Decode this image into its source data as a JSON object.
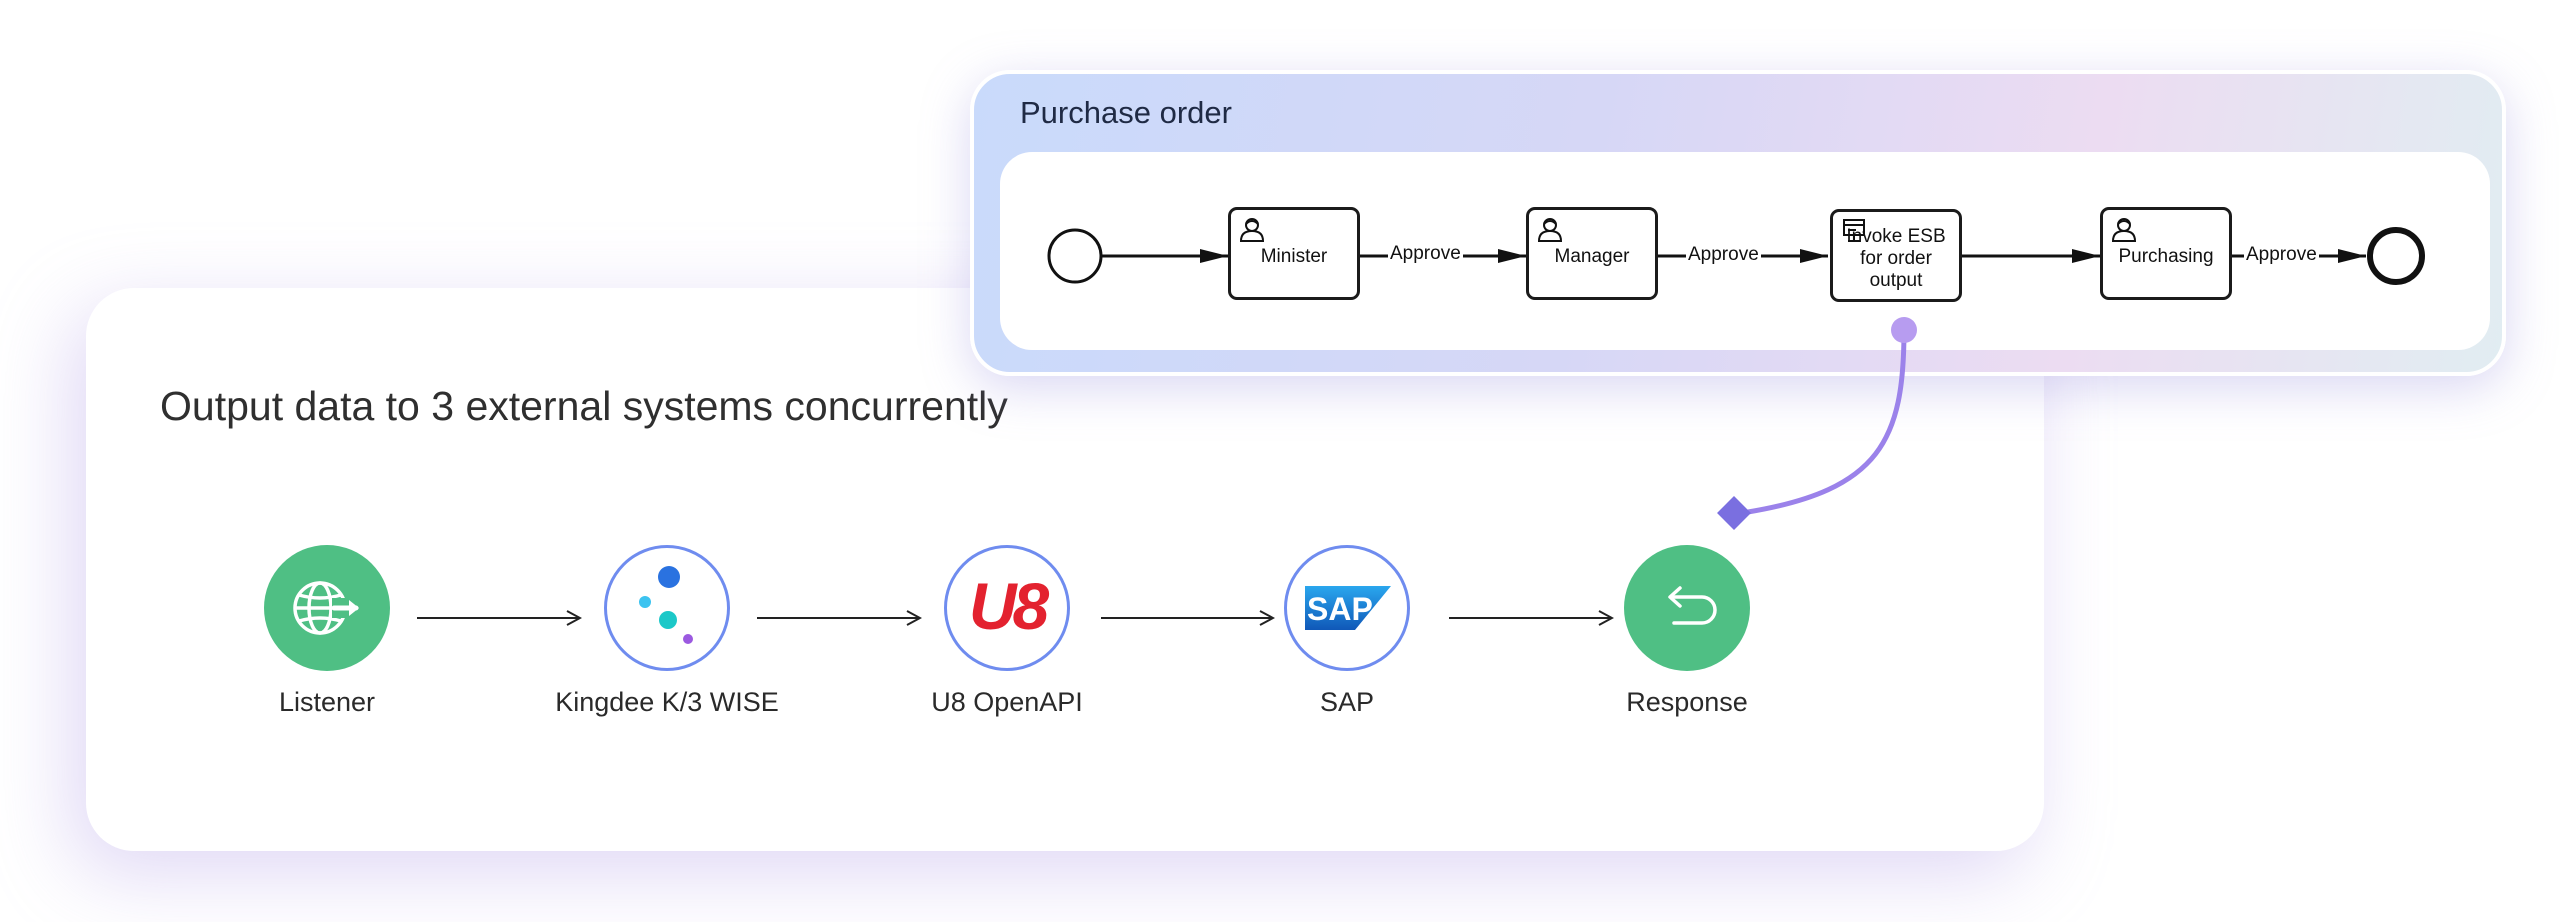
{
  "flow": {
    "title": "Output data to 3 external systems concurrently",
    "nodes": [
      {
        "label": "Listener",
        "icon": "globe-export-icon"
      },
      {
        "label": "Kingdee K/3 WISE",
        "icon": "kingdee-logo"
      },
      {
        "label": "U8 OpenAPI",
        "icon": "u8-logo"
      },
      {
        "label": "SAP",
        "icon": "sap-logo"
      },
      {
        "label": "Response",
        "icon": "return-arrow-icon"
      }
    ],
    "u8_logo_text": "U8",
    "sap_logo_text": "SAP"
  },
  "purchase_order": {
    "title": "Purchase order",
    "tasks": [
      {
        "label": "Minister",
        "icon": "user-icon"
      },
      {
        "label": "Manager",
        "icon": "user-icon"
      },
      {
        "label": "Invoke ESB for order output",
        "icon": "service-icon"
      },
      {
        "label": "Purchasing",
        "icon": "user-icon"
      }
    ],
    "edge_labels": [
      "Approve",
      "Approve",
      "Approve"
    ]
  },
  "colors": {
    "green": "#4fbf84",
    "ring": "#6f8cef",
    "connector": "#9b82ea",
    "u8_red": "#e3222f",
    "sap_blue": "#1a73c8"
  }
}
